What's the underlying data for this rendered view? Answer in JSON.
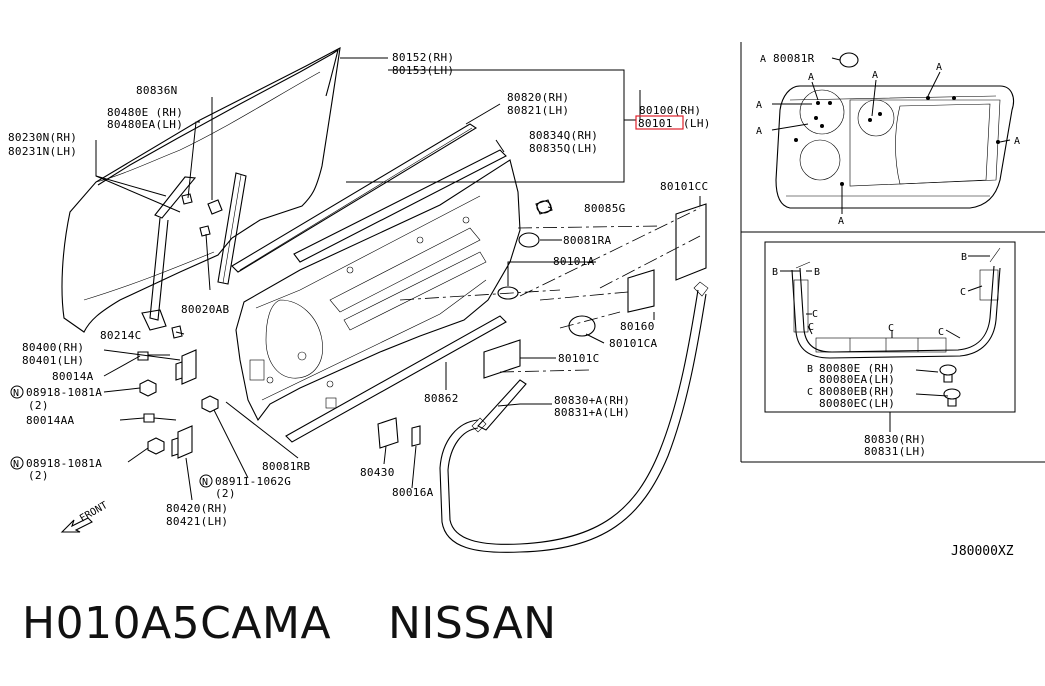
{
  "footer": {
    "part_number": "H010A5CAMA",
    "brand": "NISSAN",
    "diagram_code": "J80000XZ"
  },
  "callouts": {
    "c80152": "80152(RH)",
    "c80153": "80153(LH)",
    "c80836n": "80836N",
    "c80480e": "80480E (RH)",
    "c80480ea": "80480EA(LH)",
    "c80230n": "80230N(RH)",
    "c80231n": "80231N(LH)",
    "c80820": "80820(RH)",
    "c80821": "80821(LH)",
    "c80100": "80100(RH)",
    "c80101_hl": "80101",
    "c80101_lh": "(LH)",
    "c80834q": "80834Q(RH)",
    "c80835q": "80835Q(LH)",
    "c80101cc": "80101CC",
    "c80085g": "80085G",
    "c80081ra": "80081RA",
    "c80101a": "80101A",
    "c80020ab": "80020AB",
    "c80214c": "80214C",
    "c80400": "80400(RH)",
    "c80401": "80401(LH)",
    "c80014a": "80014A",
    "c08918a": "08918-1081A",
    "c08918a_qty": "(2)",
    "c80160": "80160",
    "c80101ca": "80101CA",
    "c80101c": "80101C",
    "c80014aa": "80014AA",
    "c80862": "80862",
    "c08918b": "08918-1081A",
    "c08918b_qty": "(2)",
    "c80081rb": "80081RB",
    "c08911": "08911-1062G",
    "c08911_qty": "(2)",
    "c80430": "80430",
    "c80830": "80830+A(RH)",
    "c80831": "80831+A(LH)",
    "c80016a": "80016A",
    "c80420": "80420(RH)",
    "c80421": "80421(LH)",
    "front": "FRONT",
    "n_symbol": "N"
  },
  "inset_a": {
    "c80081r": "80081R",
    "key_a": "A"
  },
  "inset_b": {
    "key_b": "B",
    "key_c": "C",
    "c80080e": "80080E (RH)",
    "c80080ea": "80080EA(LH)",
    "c80080eb": "80080EB(RH)",
    "c80080ec": "80080EC(LH)",
    "c80830": "80830(RH)",
    "c80831": "80831(LH)"
  }
}
